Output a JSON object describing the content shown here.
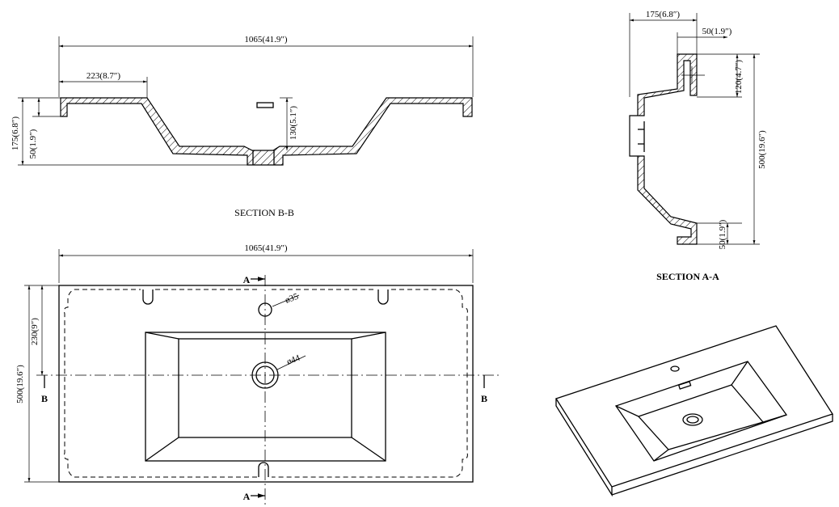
{
  "section_bb": {
    "title": "SECTION B-B",
    "dim_width": "1065(41.9″)",
    "dim_ledge": "223(8.7″)",
    "dim_height": "175(6.8″)",
    "dim_rim": "50(1.9″)",
    "dim_depth": "130(5.1″)"
  },
  "section_aa": {
    "title": "SECTION A-A",
    "dim_top": "175(6.8″)",
    "dim_rim": "50(1.9″)",
    "dim_back": "120(4.7″)",
    "dim_total": "500(19.6″)",
    "dim_front": "50(1.9″)"
  },
  "plan": {
    "dim_width": "1065(41.9″)",
    "dim_depth": "500(19.6″)",
    "dim_half": "230(9″)",
    "tap_hole": "ø35",
    "drain_hole": "ø44",
    "marker_a_top": "A",
    "marker_a_bottom": "A",
    "marker_b_left": "B",
    "marker_b_right": "B"
  }
}
